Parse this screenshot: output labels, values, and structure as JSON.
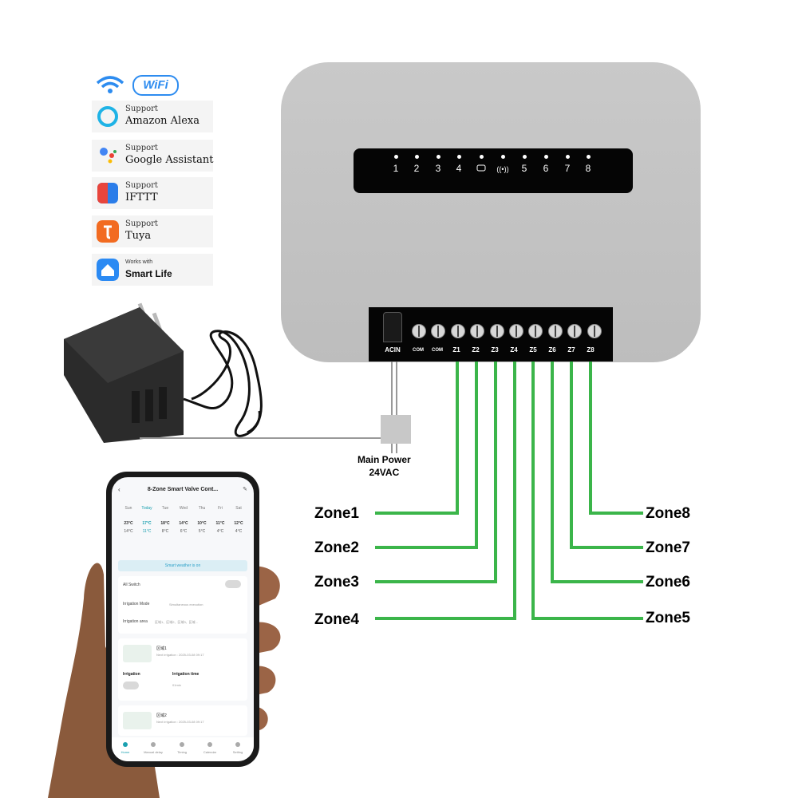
{
  "badges": {
    "wifi": "WiFi",
    "items": [
      {
        "line1": "Support",
        "line2": "Amazon Alexa",
        "icon": "alexa-icon",
        "color": "#1fb3e6"
      },
      {
        "line1": "Support",
        "line2": "Google Assistant",
        "icon": "google-assistant-icon",
        "color": "#4285f4"
      },
      {
        "line1": "Support",
        "line2": "IFTTT",
        "icon": "ifttt-icon",
        "color": "#e8453c"
      },
      {
        "line1": "Support",
        "line2": "Tuya",
        "icon": "tuya-icon",
        "color": "#f26b21"
      },
      {
        "line1": "Works with",
        "line2": "Smart Life",
        "icon": "smart-life-icon",
        "color": "#2b8af3"
      }
    ]
  },
  "device": {
    "leds": [
      "1",
      "2",
      "3",
      "4",
      "",
      "",
      "5",
      "6",
      "7",
      "8"
    ],
    "terminals": [
      "ACIN",
      "COM",
      "COM",
      "Z1",
      "Z2",
      "Z3",
      "Z4",
      "Z5",
      "Z6",
      "Z7",
      "Z8"
    ]
  },
  "power": {
    "line1": "Main Power",
    "line2": "24VAC"
  },
  "zones": {
    "left": [
      "Zone1",
      "Zone2",
      "Zone3",
      "Zone4"
    ],
    "right": [
      "Zone8",
      "Zone7",
      "Zone6",
      "Zone5"
    ]
  },
  "wire_color": "#3bb54a",
  "phone": {
    "title": "8-Zone Smart Valve Cont...",
    "days": [
      {
        "name": "Sun",
        "hi": "23°C",
        "lo": "14°C"
      },
      {
        "name": "Today",
        "hi": "17°C",
        "lo": "11°C"
      },
      {
        "name": "Tue",
        "hi": "18°C",
        "lo": "8°C"
      },
      {
        "name": "Wed",
        "hi": "14°C",
        "lo": "6°C"
      },
      {
        "name": "Thu",
        "hi": "10°C",
        "lo": "5°C"
      },
      {
        "name": "Fri",
        "hi": "11°C",
        "lo": "4°C"
      },
      {
        "name": "Sat",
        "hi": "12°C",
        "lo": "4°C"
      }
    ],
    "smart_weather": "Smart weather is on",
    "all_switch": "All Switch",
    "irrigation_mode": "Irrigation Mode",
    "irrigation_mode_value": "Simultaneous execution",
    "irrigation_area": "Irrigation area",
    "irrigation_area_value": "区域1、区域2、区域3、区域...",
    "zone1_name": "区域1",
    "zone1_next": "Next irrigation : 2025-03-08 09:17",
    "irrigation": "Irrigation",
    "irrigation_time": "Irrigation time",
    "irrigation_time_value": "01min",
    "zone2_name": "区域2",
    "zone2_next": "Next irrigation : 2025-03-08 09:17",
    "tabs": [
      "Home",
      "Manual delay",
      "Timing",
      "Calendar",
      "Setting"
    ]
  }
}
